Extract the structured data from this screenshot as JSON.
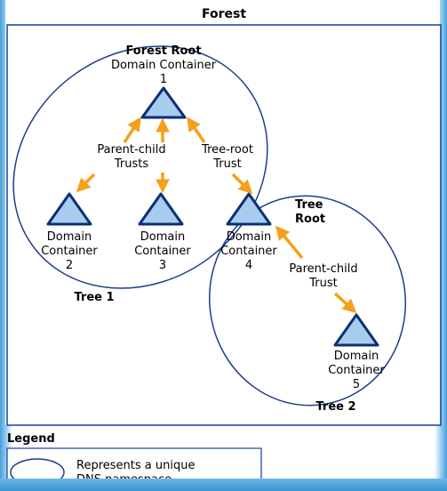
{
  "title": "Forest",
  "nodes": {
    "root_heading": "Forest Root",
    "root_line1": "Domain Container",
    "root_line2": "1",
    "dc2_line1": "Domain",
    "dc2_line2": "Container",
    "dc2_line3": "2",
    "dc3_line1": "Domain",
    "dc3_line2": "Container",
    "dc3_line3": "3",
    "dc4_line1": "Domain",
    "dc4_line2": "Container",
    "dc4_line3": "4",
    "dc5_line1": "Domain",
    "dc5_line2": "Container",
    "dc5_line3": "5",
    "tree_root_line1": "Tree",
    "tree_root_line2": "Root"
  },
  "trusts": {
    "pc_trusts_line1": "Parent-child",
    "pc_trusts_line2": "Trusts",
    "tree_root_trust_line1": "Tree-root",
    "tree_root_trust_line2": "Trust",
    "pc_trust_line1": "Parent-child",
    "pc_trust_line2": "Trust"
  },
  "trees": {
    "tree1": "Tree 1",
    "tree2": "Tree 2"
  },
  "legend": {
    "heading": "Legend",
    "line1": "Represents a unique",
    "line2": "DNS namespace"
  },
  "colors": {
    "triangle_fill": "#a8ccee",
    "triangle_stroke": "#0b2f73",
    "arrow": "#f5a01a",
    "ellipse_stroke": "#1f3d8a"
  }
}
